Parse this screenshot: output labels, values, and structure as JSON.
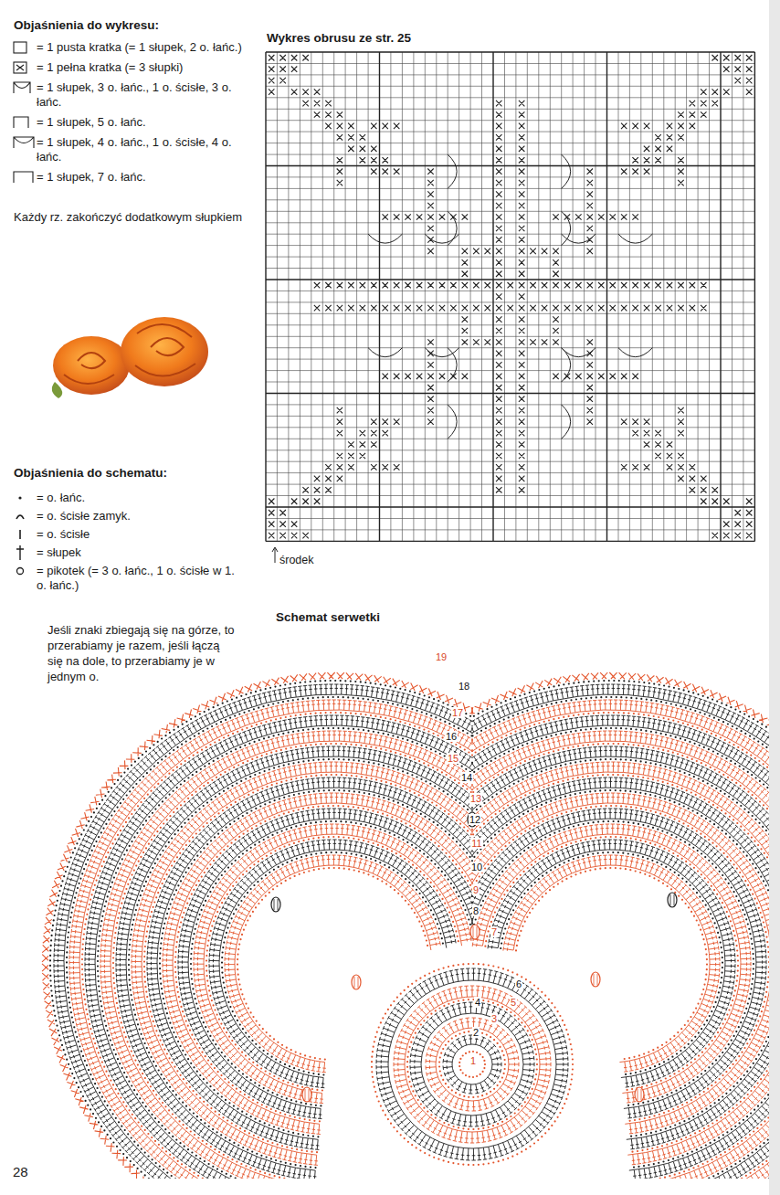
{
  "diagram": {
    "labels": [
      "Objaśnienia do wykresu:",
      "Każdy rz. zakończyć dodatkowym słupkiem",
      "Wykres obrusu ze str. 25",
      "środek",
      "Objaśnienia do schematu:",
      "Jeśli znaki zbiegają się na górze, to przerabiamy je razem, jeśli łączą się na dole, to przerabiamy je w jednym o.",
      "Schemat serwetki",
      "1",
      "2",
      "3",
      "4",
      "5",
      "6",
      "7",
      "8",
      "9",
      "10",
      "11",
      "12",
      "13",
      "14",
      "15",
      "16",
      "17",
      "18",
      "19",
      "28"
    ],
    "legend": [
      {
        "text": "= 1 pusta kratka (= 1 słupek, 2 o. łańc.)"
      },
      {
        "text": "= 1 pełna kratka (= 3 słupki)"
      },
      {
        "text": "= 1 słupek, 3 o. łańc., 1 o. ścisłe, 3 o. łańc."
      },
      {
        "text": "= 1 słupek, 5 o. łańc."
      },
      {
        "text": "= 1 słupek, 4 o. łańc., 1 o. ścisłe, 4 o. łańc."
      },
      {
        "text": "= 1 słupek, 7 o. łańc."
      },
      {
        "text": "= o. łańc."
      },
      {
        "text": "= o. ścisłe zamyk."
      },
      {
        "text": "= o. ścisłe"
      },
      {
        "text": "= słupek"
      },
      {
        "text": "= pikotek (= 3 o. łańc., 1 o. ścisłe w 1. o. łańc.)"
      }
    ]
  }
}
